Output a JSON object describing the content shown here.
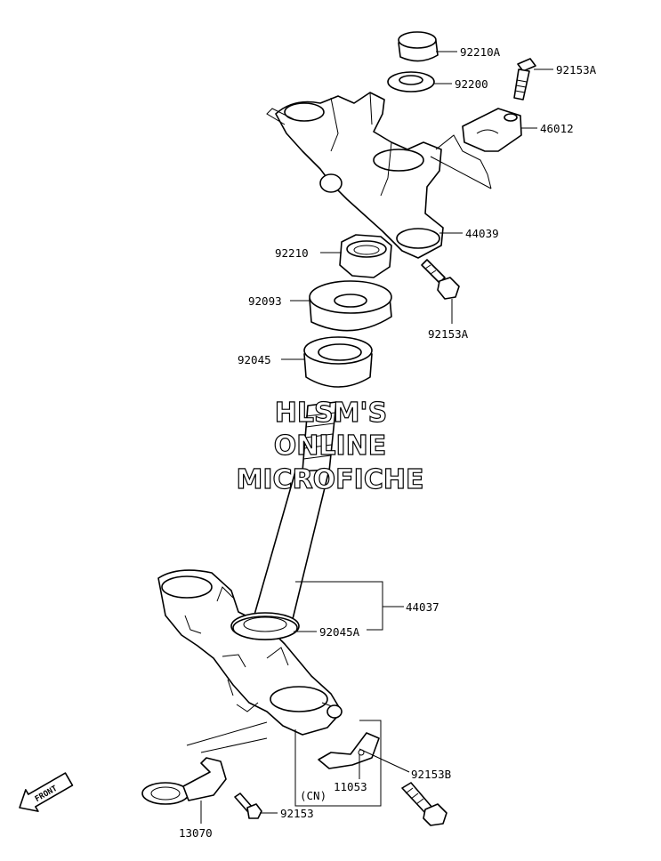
{
  "watermark": {
    "line1": "HLSM'S",
    "line2": "ONLINE",
    "line3": "MICROFICHE"
  },
  "front_arrow": {
    "label": "FRONT"
  },
  "callouts": {
    "p92210A": "92210A",
    "p92153A_top": "92153A",
    "p92200": "92200",
    "p46012": "46012",
    "p44039": "44039",
    "p92210": "92210",
    "p92093": "92093",
    "p92153A_mid": "92153A",
    "p92045": "92045",
    "p44037": "44037",
    "p92045A": "92045A",
    "p92153B": "92153B",
    "p11053": "11053",
    "cn_note": "(CN)",
    "p92153": "92153",
    "p13070": "13070"
  }
}
